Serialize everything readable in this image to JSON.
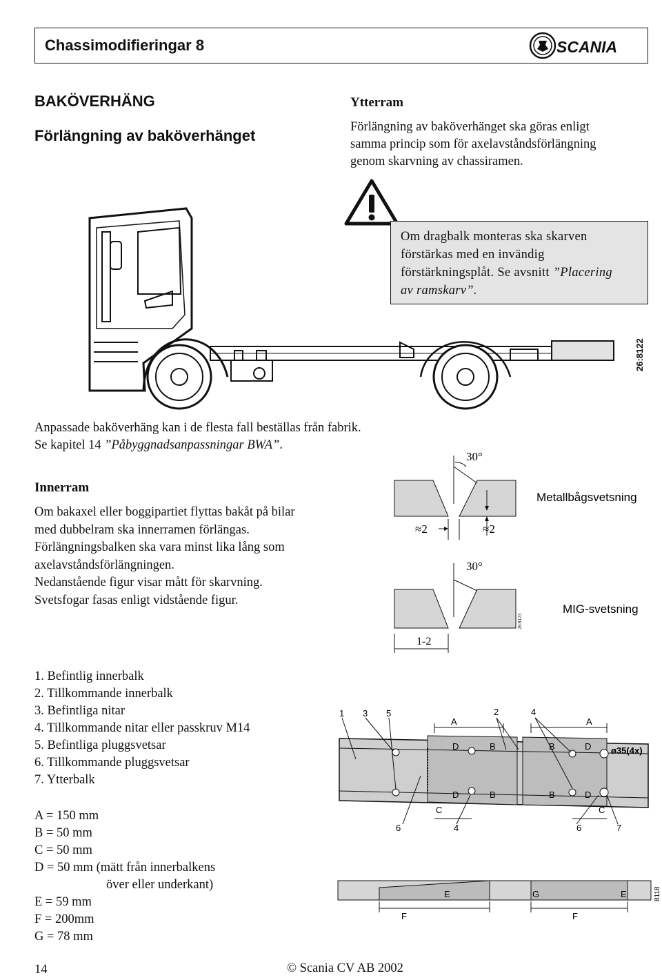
{
  "header": {
    "title": "Chassimodifieringar 8",
    "brand": "SCANIA"
  },
  "section": {
    "heading": "BAKÖVERHÄNG",
    "subheading": "Förlängning av bakoverhanget"
  },
  "ytterram": {
    "heading": "Ytterram",
    "lines": [
      "Förlängning av baköverhänget ska göras enligt",
      "samma princip som för axelavståndsförlängning",
      "genom skarvning av chassiramen."
    ]
  },
  "warning": {
    "lines_plain": [
      "Om dragbalk monteras ska skarven",
      "förstärkas med en invändig",
      "förstärkningsplåt. Se avsnitt "
    ],
    "italic_part1": "”Placering",
    "italic_part2": "av ramskarv”."
  },
  "truck_figure": {
    "code": "26:8122"
  },
  "caption": {
    "line1": "Anpassade baköverhäng kan i de flesta fall beställas från fabrik.",
    "line2_plain": "Se kapitel 14 ",
    "line2_italic": "”Påbyggnadsanpassningar BWA”",
    "line2_end": "."
  },
  "innerram": {
    "heading": "Innerram",
    "lines": [
      "Om bakaxel eller boggipartiet flyttas bakåt på bilar",
      "med dubbelram ska innerramen förlängas.",
      "Förlängningsbalken ska vara minst lika lång som",
      "axelavståndsförlängningen.",
      "Nedanstående figur visar mått för skarvning.",
      "Svetsfogar fasas enligt vidstående figur."
    ]
  },
  "weld_figure": {
    "angle_top": "30°",
    "angle_bottom": "30°",
    "gap_left": "≈2",
    "gap_right": "≈2",
    "gap_bottom": "1-2",
    "label_top": "Metallbågsvetsning",
    "label_bottom": "MIG-svetsning",
    "code": "26:8123"
  },
  "parts": [
    "1. Befintlig innerbalk",
    "2. Tillkommande innerbalk",
    "3. Befintliga nitar",
    "4. Tillkommande nitar eller passkruv M14",
    "5. Befintliga pluggsvetsar",
    "6. Tillkommande pluggsvetsar",
    "7. Ytterbalk"
  ],
  "dimensions": [
    "A = 150 mm",
    "B = 50 mm",
    "C = 50 mm",
    "D = 50 mm (mätt från innerbalkens",
    "över eller underkant)",
    "E = 59 mm",
    "F = 200mm",
    "G = 78 mm"
  ],
  "beam_figure": {
    "num_1": "1",
    "num_3": "3",
    "num_5": "5",
    "num_2": "2",
    "num_4": "4",
    "num_6a": "6",
    "num_4b": "4",
    "num_6b": "6",
    "num_7": "7",
    "A1": "A",
    "A2": "A",
    "D1": "D",
    "B1": "B",
    "D2": "D",
    "B2": "B",
    "B3": "B",
    "D3": "D",
    "B4": "B",
    "D4": "D",
    "C1": "C",
    "C2": "C",
    "hole": "ø35(4x)",
    "E1": "E",
    "E2": "E",
    "G": "G",
    "F1": "F",
    "F2": "F",
    "code": "8118"
  },
  "footer": {
    "page": "14",
    "copyright": "© Scania CV AB 2002"
  }
}
